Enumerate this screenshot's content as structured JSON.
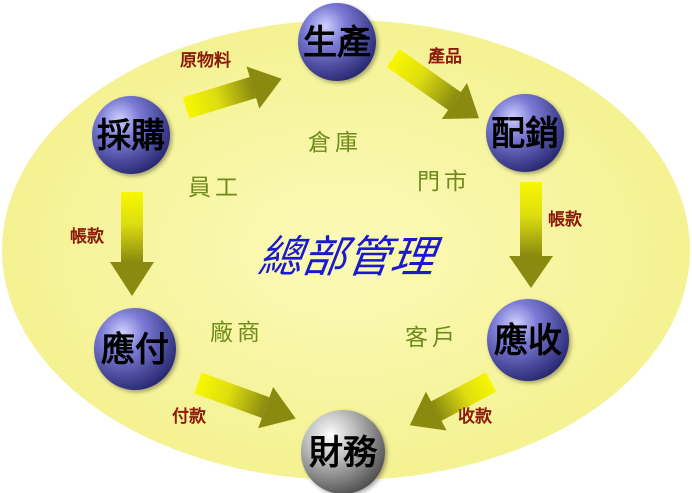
{
  "diagram": {
    "center_title": "總部管理",
    "nodes": {
      "purchase": "採購",
      "production": "生產",
      "distribution": "配銷",
      "receivable": "應收",
      "finance": "財務",
      "payable": "應付"
    },
    "arrow_labels": {
      "raw_material": "原物料",
      "product": "產品",
      "account_left": "帳款",
      "account_right": "帳款",
      "payment": "付款",
      "collection": "收款"
    },
    "areas": {
      "warehouse": "倉庫",
      "staff": "員工",
      "store": "門市",
      "vendor": "廠商",
      "customer": "客戶"
    },
    "colors": {
      "ellipse": "#f7f59a",
      "node_blue": "#5555bb",
      "node_gray": "#9a9a9a",
      "arrow_yellow": "#f5f50a",
      "arrow_olive": "#8a8a1a",
      "center_title": "#1a1acc",
      "arrow_label": "#8a1a0a",
      "area_label": "#6f8a1c"
    }
  }
}
